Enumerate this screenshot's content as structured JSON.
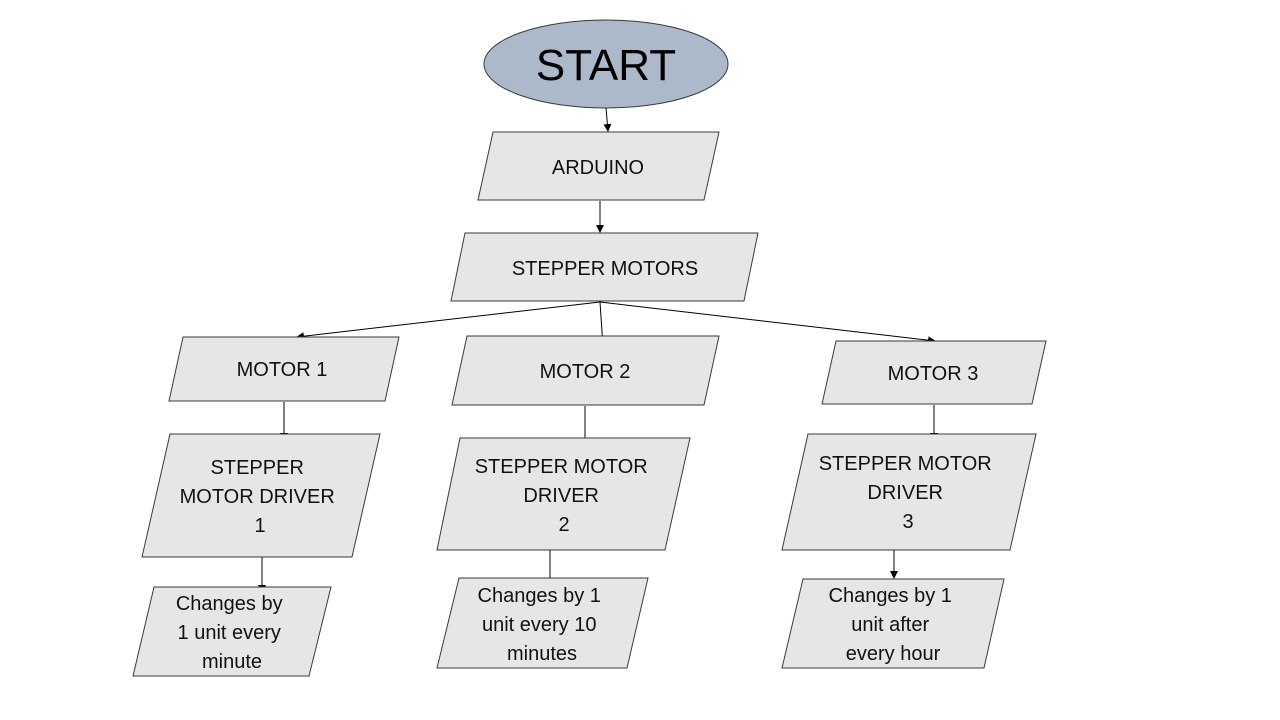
{
  "diagram": {
    "start": {
      "label": "START"
    },
    "nodes": [
      {
        "id": "arduino",
        "lines": [
          "ARDUINO"
        ]
      },
      {
        "id": "stepper-motors",
        "lines": [
          "STEPPER MOTORS"
        ]
      },
      {
        "id": "motor-1",
        "lines": [
          "MOTOR 1"
        ]
      },
      {
        "id": "motor-2",
        "lines": [
          "MOTOR 2"
        ]
      },
      {
        "id": "motor-3",
        "lines": [
          "MOTOR 3"
        ]
      },
      {
        "id": "driver-1",
        "lines": [
          "STEPPER",
          "MOTOR DRIVER",
          "1"
        ]
      },
      {
        "id": "driver-2",
        "lines": [
          "STEPPER MOTOR",
          "DRIVER",
          "2"
        ]
      },
      {
        "id": "driver-3",
        "lines": [
          "STEPPER MOTOR",
          "DRIVER",
          "3"
        ]
      },
      {
        "id": "changes-1",
        "lines": [
          "Changes by",
          "1 unit every",
          "minute"
        ]
      },
      {
        "id": "changes-2",
        "lines": [
          "Changes by 1",
          "unit every 10",
          "minutes"
        ]
      },
      {
        "id": "changes-3",
        "lines": [
          "Changes by 1",
          "unit after",
          "every hour"
        ]
      }
    ],
    "edges": [
      {
        "from": "start",
        "to": "arduino"
      },
      {
        "from": "arduino",
        "to": "stepper-motors"
      },
      {
        "from": "stepper-motors",
        "to": "motor-1"
      },
      {
        "from": "stepper-motors",
        "to": "motor-2"
      },
      {
        "from": "stepper-motors",
        "to": "motor-3"
      },
      {
        "from": "motor-1",
        "to": "driver-1"
      },
      {
        "from": "motor-2",
        "to": "driver-2"
      },
      {
        "from": "motor-3",
        "to": "driver-3"
      },
      {
        "from": "driver-1",
        "to": "changes-1"
      },
      {
        "from": "driver-2",
        "to": "changes-2"
      },
      {
        "from": "driver-3",
        "to": "changes-3"
      }
    ]
  }
}
